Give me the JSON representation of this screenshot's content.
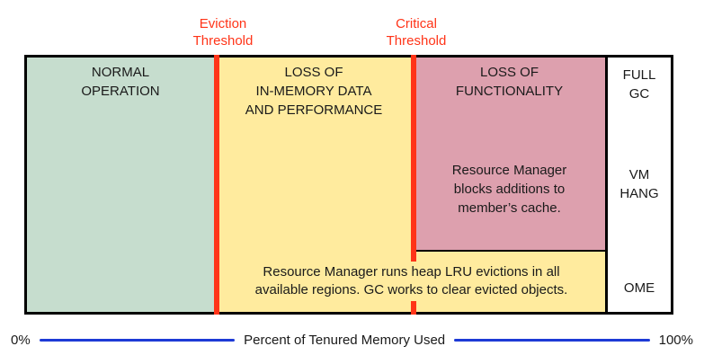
{
  "colors": {
    "normal_region": "#c6ddce",
    "eviction_region": "#ffeb9e",
    "critical_region": "#dda0ae",
    "threshold_line": "#ff3418",
    "threshold_text": "#ff3418",
    "axis_line": "#1d3ad6",
    "border": "#000000"
  },
  "thresholds": {
    "eviction_label": "Eviction\nThreshold",
    "critical_label": "Critical\nThreshold"
  },
  "regions": {
    "normal": {
      "title": "NORMAL\nOPERATION"
    },
    "eviction": {
      "title": "LOSS OF\nIN-MEMORY DATA\nAND PERFORMANCE",
      "note": "Resource Manager runs heap LRU evictions in all\navailable regions. GC works to clear evicted objects."
    },
    "critical": {
      "title": "LOSS OF\nFUNCTIONALITY",
      "note": "Resource Manager\nblocks additions to\nmember’s cache."
    }
  },
  "outcomes": {
    "full_gc": "FULL\nGC",
    "vm_hang": "VM\nHANG",
    "ome": "OME"
  },
  "axis": {
    "min_label": "0%",
    "label": "Percent of Tenured Memory Used",
    "max_label": "100%"
  }
}
